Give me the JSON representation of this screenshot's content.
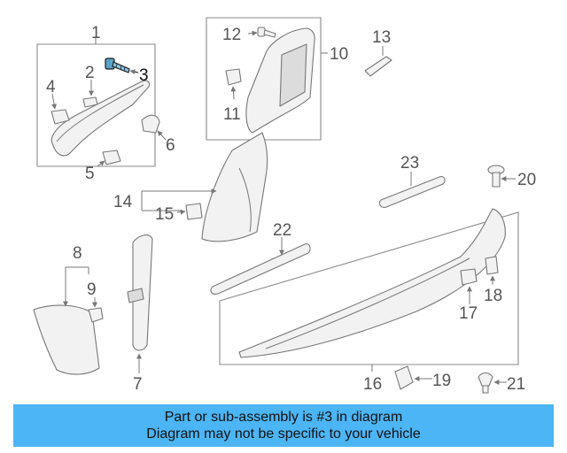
{
  "diagram": {
    "callouts": [
      "1",
      "2",
      "3",
      "4",
      "5",
      "6",
      "7",
      "8",
      "9",
      "10",
      "11",
      "12",
      "13",
      "14",
      "15",
      "16",
      "17",
      "18",
      "19",
      "20",
      "21",
      "22",
      "23"
    ],
    "highlight_callout": "3"
  },
  "banner": {
    "line1": "Part or sub-assembly is #3 in diagram",
    "line2": "Diagram may not be specific to your vehicle",
    "color": "#4cb5f5"
  }
}
